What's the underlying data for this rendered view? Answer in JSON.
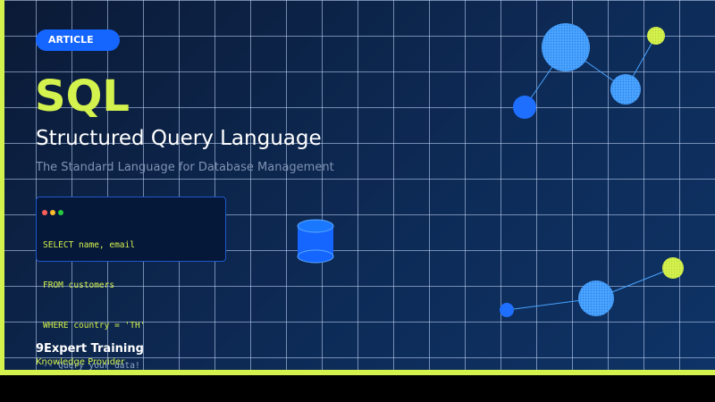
{
  "badge": {
    "label": "ARTICLE"
  },
  "hero": {
    "title": "SQL",
    "subtitle": "Structured Query Language",
    "tagline": "The Standard Language for Database Management"
  },
  "code_window": {
    "lines": [
      {
        "text": "SELECT name, email",
        "kind": "code"
      },
      {
        "text": "FROM customers",
        "kind": "code"
      },
      {
        "text": "WHERE country = 'TH'",
        "kind": "code"
      },
      {
        "text": "-- Query your data!",
        "kind": "comment"
      }
    ],
    "dot_colors": [
      "#ff5f56",
      "#ffbd2e",
      "#27c93f"
    ]
  },
  "brand": {
    "name": "9Expert Training",
    "tagline": "Knowledge Provider"
  },
  "colors": {
    "accent": "#d4f24d",
    "badge": "#1565ff",
    "node_blue": "#4aa3ff",
    "background": "#0b1a36"
  },
  "icons": [
    "database-icon",
    "network-node-icon"
  ]
}
